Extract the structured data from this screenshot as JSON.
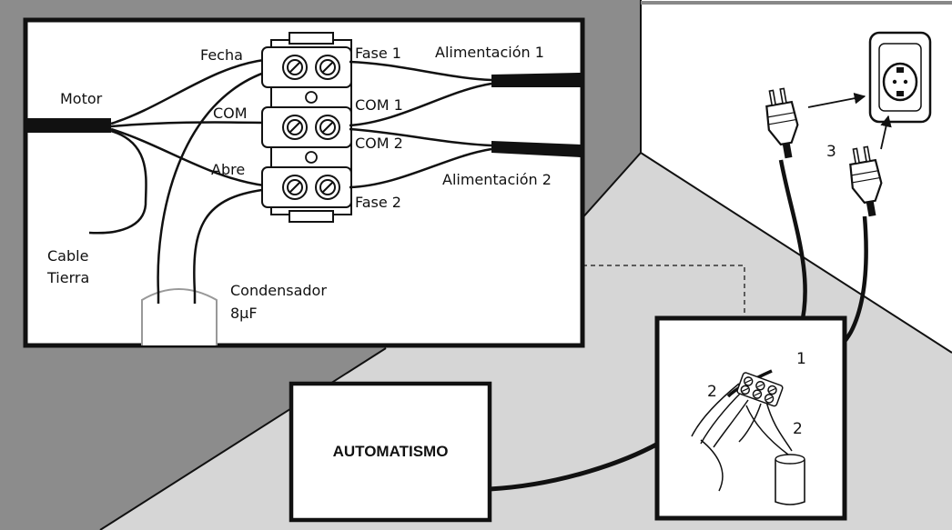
{
  "colors": {
    "wall_dark": "#8c8c8c",
    "floor_light": "#d6d6d6",
    "wall_white": "#ffffff",
    "line": "#111111"
  },
  "icons": [
    "wall-socket-icon",
    "plug-icon",
    "terminal-block-icon",
    "capacitor-icon"
  ],
  "detail": {
    "labels": {
      "fecha": "Fecha",
      "motor": "Motor",
      "com": "COM",
      "abre": "Abre",
      "cable_tierra_line1": "Cable",
      "cable_tierra_line2": "Tierra",
      "fase1": "Fase 1",
      "com1": "COM 1",
      "com2": "COM 2",
      "fase2": "Fase 2",
      "alimentacion1": "Alimentación 1",
      "alimentacion2": "Alimentación 2",
      "condensador_line1": "Condensador",
      "condensador_line2": "8µF"
    }
  },
  "automatismo": {
    "label": "AUTOMATISMO"
  },
  "steps": {
    "step1": "1",
    "step2a": "2",
    "step2b": "2",
    "step3": "3"
  }
}
